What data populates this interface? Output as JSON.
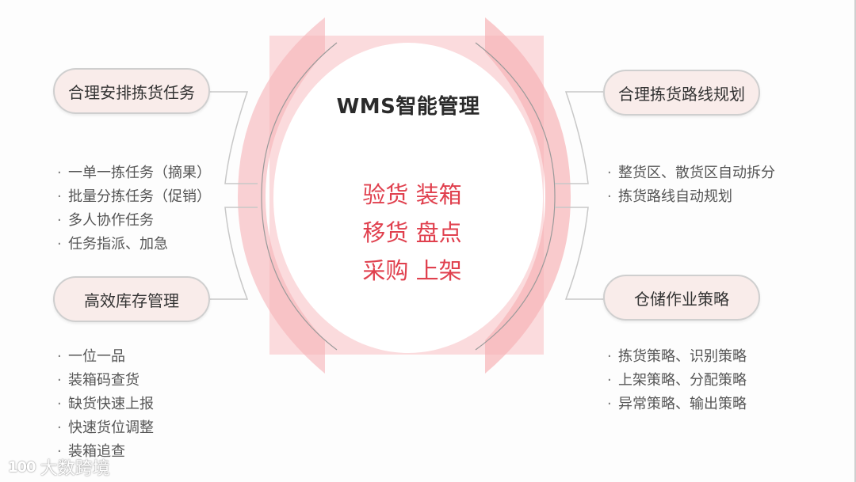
{
  "center": {
    "title": "WMS智能管理",
    "operations": [
      "验货 装箱",
      "移货 盘点",
      "采购 上架"
    ]
  },
  "nodes": {
    "top_left": {
      "label": "合理安排拣货任务",
      "items": [
        "一单一拣任务（摘果）",
        "批量分拣任务（促销）",
        "多人协作任务",
        "任务指派、加急"
      ]
    },
    "bottom_left": {
      "label": "高效库存管理",
      "items": [
        "一位一品",
        "装箱码查货",
        "缺货快速上报",
        "快速货位调整",
        "装箱追查"
      ]
    },
    "top_right": {
      "label": "合理拣货路线规划",
      "items": [
        "整货区、散货区自动拆分",
        "拣货路线自动规划"
      ]
    },
    "bottom_right": {
      "label": "仓储作业策略",
      "items": [
        "拣货策略、识别策略",
        "上架策略、分配策略",
        "异常策略、输出策略"
      ]
    }
  },
  "watermark": {
    "logo": "100",
    "text": "大数跨境"
  },
  "colors": {
    "accent_red": "#e0404e",
    "pink_fill": "#f9d3d5",
    "pill_fill": "#f9ecea",
    "connector_gray": "#c8c8c8"
  }
}
